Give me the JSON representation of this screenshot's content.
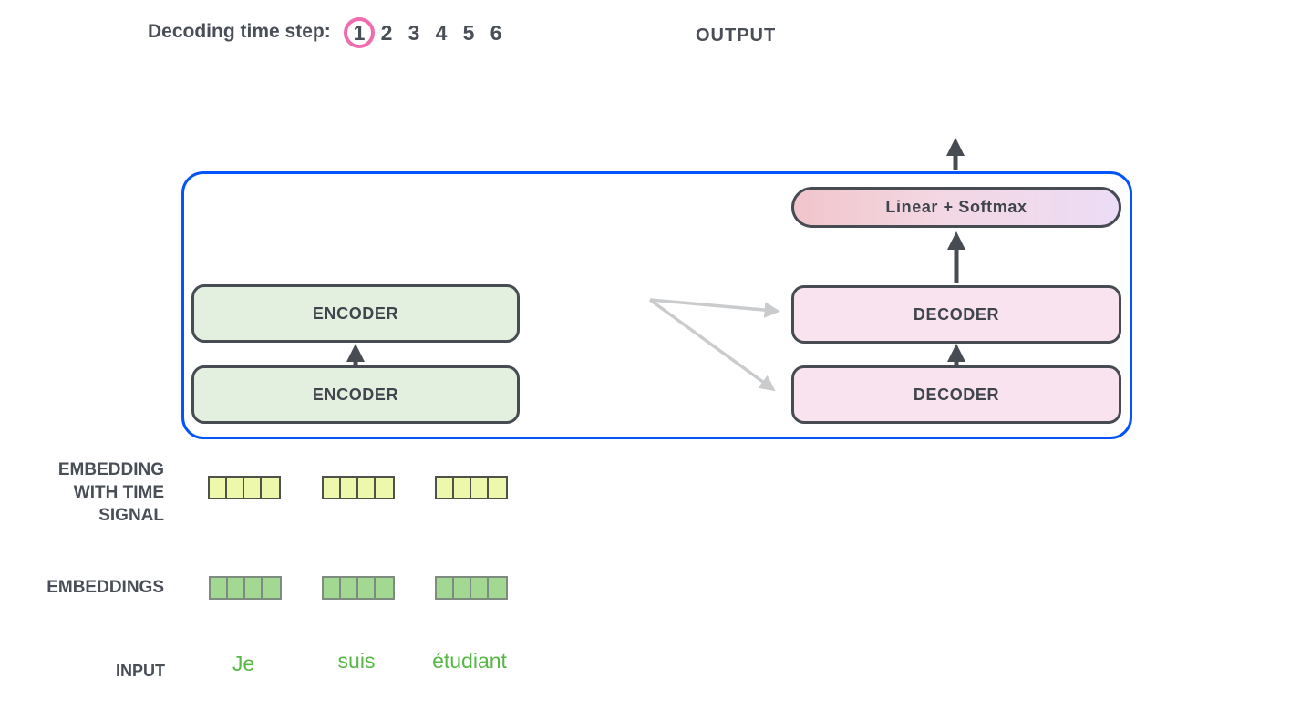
{
  "header": {
    "label": "Decoding time step:",
    "steps": [
      "1",
      "2",
      "3",
      "4",
      "5",
      "6"
    ],
    "active_step": "1"
  },
  "output": {
    "label": "OUTPUT"
  },
  "diagram": {
    "encoder_stack": {
      "boxes": [
        {
          "label": "ENCODER"
        },
        {
          "label": "ENCODER"
        }
      ]
    },
    "decoder_stack": {
      "head": {
        "label": "Linear + Softmax"
      },
      "boxes": [
        {
          "label": "DECODER"
        },
        {
          "label": "DECODER"
        }
      ]
    }
  },
  "rows": {
    "time_signal": {
      "label": "EMBEDDING\nWITH TIME\nSIGNAL",
      "groups": 3,
      "cells_per_group": 4
    },
    "embeddings": {
      "label": "EMBEDDINGS",
      "groups": 3,
      "cells_per_group": 4
    },
    "input": {
      "label": "INPUT",
      "tokens": [
        "Je",
        "suis",
        "étudiant"
      ]
    }
  },
  "colors": {
    "accent_blue": "#0355fb",
    "box_border": "#474b52",
    "encoder_fill": "#e4f0df",
    "decoder_fill": "#f8e3ee",
    "linear_gradient_left": "#f1c5cb",
    "linear_gradient_right": "#ecdcf6",
    "yellow_cell": "#edf8ad",
    "green_cell": "#a3d892",
    "token_green": "#57b845",
    "circle_pink": "#ef6dae",
    "gray_arrow": "#c9cbcd",
    "text_dark": "#494e57"
  }
}
